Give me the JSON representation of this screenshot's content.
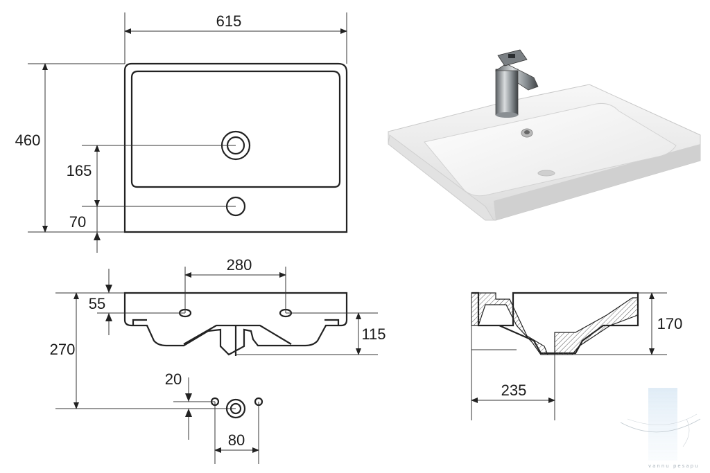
{
  "dimensions": {
    "top_width": "615",
    "top_depth": "460",
    "tap_hole_offset": "165",
    "overflow_offset": "70",
    "bolt_spacing": "280",
    "bolt_height": "55",
    "front_height": "270",
    "waste_height": "115",
    "waste_offset": "20",
    "waste_spacing": "80",
    "section_height": "170",
    "section_depth": "235"
  },
  "watermark": {
    "text": "vannu pesapu"
  }
}
